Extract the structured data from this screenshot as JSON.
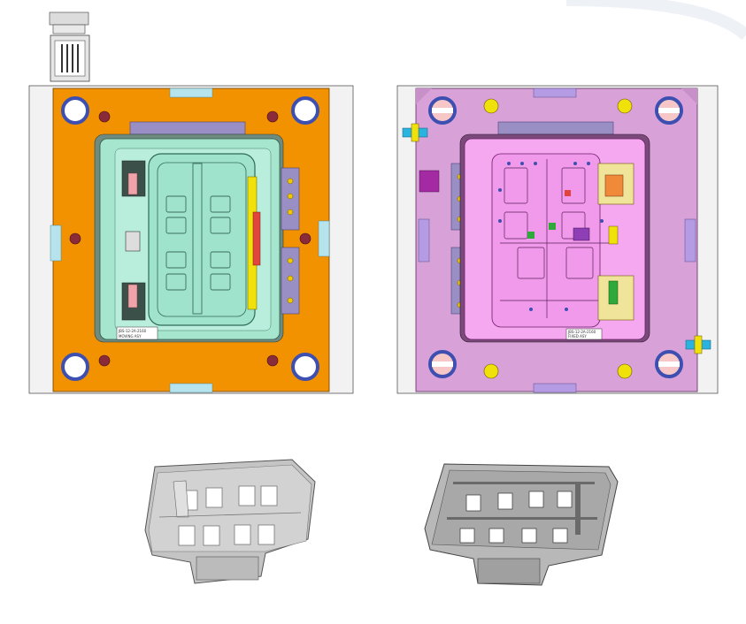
{
  "colors": {
    "background": "#ffffff",
    "core_plate": "#f39200",
    "core_insert": "#a6e6cf",
    "cavity_plate": "#d8a2d8",
    "cavity_insert": "#f5a8f0",
    "frame_gray": "#e6e6e6",
    "guide_ring": "#3d4fb0",
    "bolt_head": "#8a2b3a",
    "lift_pad": "#b7e3ec",
    "cavity_pad": "#b49be3",
    "yellow_pin": "#f0e10a",
    "hose_blue": "#2bb3e0",
    "part_gray": "#c4c4c4"
  },
  "views": [
    {
      "name": "core-half-plan",
      "label_block": [
        "JBS-12-2A-2160",
        "MOVING ASY"
      ]
    },
    {
      "name": "cavity-half-plan",
      "label_block": [
        "JBS-12-2A-2160",
        "FIXED ASY"
      ]
    },
    {
      "name": "molded-part-iso-top"
    },
    {
      "name": "molded-part-iso-underside"
    }
  ]
}
